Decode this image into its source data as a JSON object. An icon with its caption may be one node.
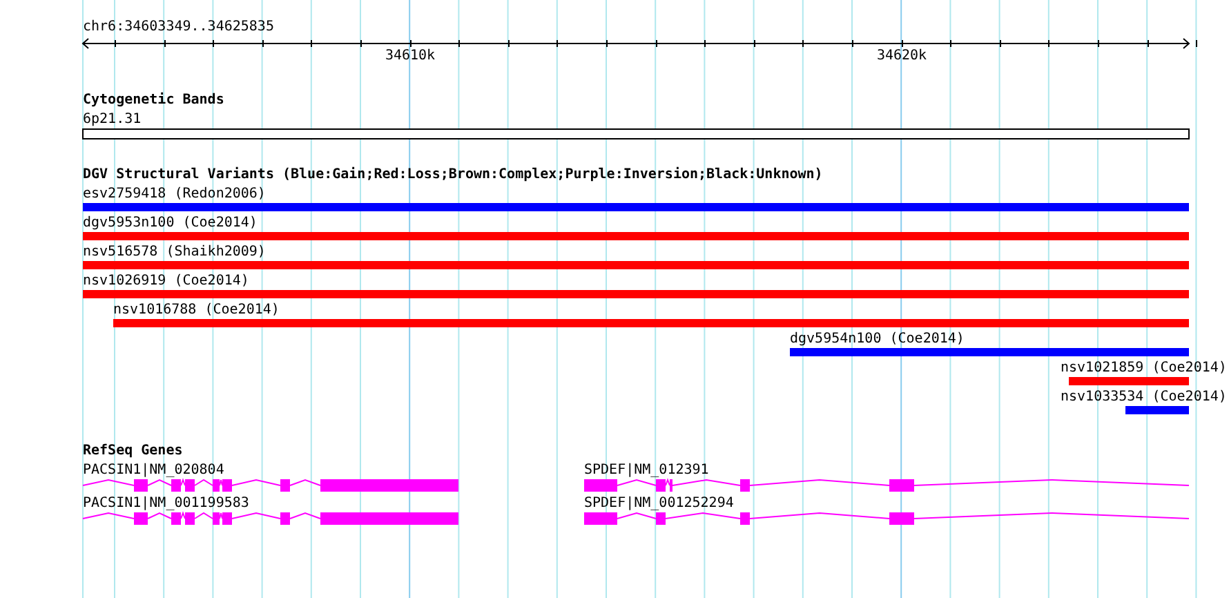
{
  "diagram": {
    "nodes": [
      {
        "text": [
          "6p21.31"
        ]
      },
      {
        "text": [
          "esv2759418 (Redon2006)"
        ]
      },
      {
        "text": [
          "dgv5953n100 (Coe2014)"
        ]
      },
      {
        "text": [
          "nsv516578 (Shaikh2009)"
        ]
      },
      {
        "text": [
          "nsv1026919 (Coe2014)"
        ]
      },
      {
        "text": [
          "nsv1016788 (Coe2014)"
        ]
      },
      {
        "text": [
          "dgv5954n100 (Coe2014)"
        ]
      },
      {
        "text": [
          "nsv1021859 (Coe2014)"
        ]
      },
      {
        "text": [
          "nsv1033534 (Coe2014)"
        ]
      },
      {
        "text": [
          "PACSIN1|NM_020804"
        ]
      },
      {
        "text": [
          "PACSIN1|NM_001199583"
        ]
      },
      {
        "text": [
          "SPDEF|NM_012391"
        ]
      },
      {
        "text": [
          "SPDEF|NM_001252294"
        ]
      }
    ],
    "labels": [
      "chr6:34603349..34625835",
      "34610k",
      "34620k",
      "Cytogenetic Bands",
      "DGV Structural Variants (Blue:Gain;Red:Loss;Brown:Complex;Purple:Inversion;Black:Unknown)",
      "RefSeq Genes"
    ]
  }
}
